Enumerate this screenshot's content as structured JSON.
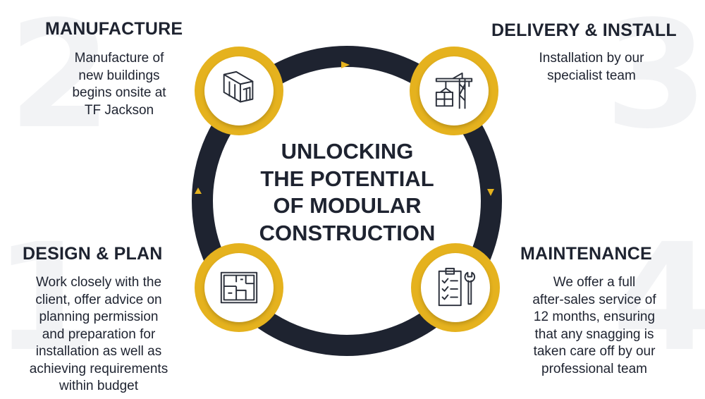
{
  "center": {
    "line1": "UNLOCKING",
    "line2": "THE POTENTIAL",
    "line3": "OF MODULAR",
    "line4": "CONSTRUCTION"
  },
  "steps": [
    {
      "number": "1",
      "title": "DESIGN & PLAN",
      "description": [
        "Work closely with the",
        "client, offer advice on",
        "planning permission",
        "and preparation for",
        "installation as well as",
        "achieving requirements",
        "within budget"
      ],
      "icon": "floor-plan-icon"
    },
    {
      "number": "2",
      "title": "MANUFACTURE",
      "description": [
        "Manufacture of",
        "new buildings",
        "begins onsite at",
        "TF Jackson"
      ],
      "icon": "modular-building-icon"
    },
    {
      "number": "3",
      "title": "DELIVERY & INSTALL",
      "description": [
        "Installation by our",
        "specialist team"
      ],
      "icon": "crane-icon"
    },
    {
      "number": "4",
      "title": "MAINTENANCE",
      "description": [
        "We offer a full",
        "after-sales service of",
        "12 months, ensuring",
        "that any snagging is",
        "taken care off by our",
        "professional team"
      ],
      "icon": "checklist-wrench-icon"
    }
  ],
  "colors": {
    "ring": "#1e2330",
    "accent": "#e5b21e",
    "text": "#1e2330",
    "watermark": "#f2f3f5"
  }
}
